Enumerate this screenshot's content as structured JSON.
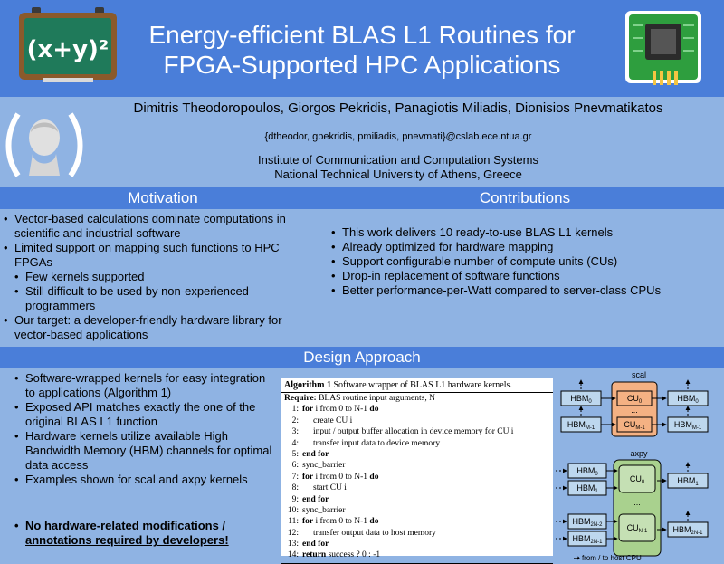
{
  "header": {
    "title_line1": "Energy-efficient BLAS L1 Routines for",
    "title_line2": "FPGA-Supported HPC Applications",
    "board_text": "(x+y)²"
  },
  "authors": "Dimitris Theodoropoulos, Giorgos Pekridis, Panagiotis Miliadis, Dionisios Pnevmatikatos",
  "emails": "{dtheodor, gpekridis, pmiliadis, pnevmati}@cslab.ece.ntua.gr",
  "institution_line1": "Institute of Communication and Computation Systems",
  "institution_line2": "National Technical University of Athens, Greece",
  "motivation": {
    "heading": "Motivation",
    "items": [
      "Vector-based calculations dominate computations in scientific and industrial software",
      "Limited support on mapping such functions to HPC FPGAs",
      "Few kernels supported",
      "Still difficult to be used by non-experienced programmers",
      "Our target: a developer-friendly hardware library for vector-based applications"
    ]
  },
  "contributions": {
    "heading": "Contributions",
    "items": [
      "This work delivers 10 ready-to-use BLAS L1 kernels",
      "Already optimized for hardware mapping",
      "Support configurable number of compute units (CUs)",
      "Drop-in replacement of software functions",
      "Better performance-per-Watt compared to server-class CPUs"
    ]
  },
  "design": {
    "heading": "Design Approach",
    "items": [
      "Software-wrapped kernels for easy integration to applications (Algorithm 1)",
      "Exposed API matches exactly the one of the original BLAS L1 function",
      "Hardware kernels utilize available High Bandwidth Memory (HBM) channels for optimal data access",
      "Examples shown for scal and axpy kernels"
    ],
    "emphasis": "No hardware-related modifications / annotations required by developers!"
  },
  "algorithm": {
    "caption_label": "Algorithm 1",
    "caption_text": "Software wrapper of BLAS L1 hardware kernels.",
    "require_label": "Require:",
    "require_text": "BLAS routine input arguments, N",
    "lines": [
      {
        "n": "1:",
        "kw": "for",
        "text": "i from 0 to N-1",
        "kw2": "do",
        "indent": 0
      },
      {
        "n": "2:",
        "kw": "",
        "text": "create CU i",
        "kw2": "",
        "indent": 1
      },
      {
        "n": "3:",
        "kw": "",
        "text": "input / output buffer allocation in device memory for CU i",
        "kw2": "",
        "indent": 1
      },
      {
        "n": "4:",
        "kw": "",
        "text": "transfer input data to device memory",
        "kw2": "",
        "indent": 1
      },
      {
        "n": "5:",
        "kw": "end for",
        "text": "",
        "kw2": "",
        "indent": 0
      },
      {
        "n": "6:",
        "kw": "",
        "text": "sync_barrier",
        "kw2": "",
        "indent": 0
      },
      {
        "n": "7:",
        "kw": "for",
        "text": "i from 0 to N-1",
        "kw2": "do",
        "indent": 0
      },
      {
        "n": "8:",
        "kw": "",
        "text": "start CU i",
        "kw2": "",
        "indent": 1
      },
      {
        "n": "9:",
        "kw": "end for",
        "text": "",
        "kw2": "",
        "indent": 0
      },
      {
        "n": "10:",
        "kw": "",
        "text": "sync_barrier",
        "kw2": "",
        "indent": 0
      },
      {
        "n": "11:",
        "kw": "for",
        "text": "i from 0 to N-1",
        "kw2": "do",
        "indent": 0
      },
      {
        "n": "12:",
        "kw": "",
        "text": "transfer output data to host memory",
        "kw2": "",
        "indent": 1
      },
      {
        "n": "13:",
        "kw": "end for",
        "text": "",
        "kw2": "",
        "indent": 0
      },
      {
        "n": "14:",
        "kw": "return",
        "text": "success ? 0 : -1",
        "kw2": "",
        "indent": 0
      }
    ]
  },
  "diagram": {
    "scal_title": "scal",
    "axpy_title": "axpy",
    "scal_in": [
      "HBM",
      "HBM"
    ],
    "scal_in_sub": [
      "0",
      "M-1"
    ],
    "scal_cu": [
      "CU",
      "CU"
    ],
    "scal_cu_sub": [
      "0",
      "M-1"
    ],
    "scal_out": [
      "HBM",
      "HBM"
    ],
    "scal_out_sub": [
      "0",
      "M-1"
    ],
    "axpy_in": [
      "HBM",
      "HBM",
      "HBM",
      "HBM"
    ],
    "axpy_in_sub": [
      "0",
      "1",
      "2N-2",
      "2N-1"
    ],
    "axpy_cu": [
      "CU",
      "CU"
    ],
    "axpy_cu_sub": [
      "0",
      "N-1"
    ],
    "axpy_out": [
      "HBM",
      "HBM"
    ],
    "axpy_out_sub": [
      "1",
      "2N-1"
    ],
    "dots": "...",
    "legend": "from / to host CPU",
    "colors": {
      "hbm": "#bdd7ee",
      "scal_cu": "#f4b183",
      "axpy_cu": "#c5e0b4"
    }
  }
}
